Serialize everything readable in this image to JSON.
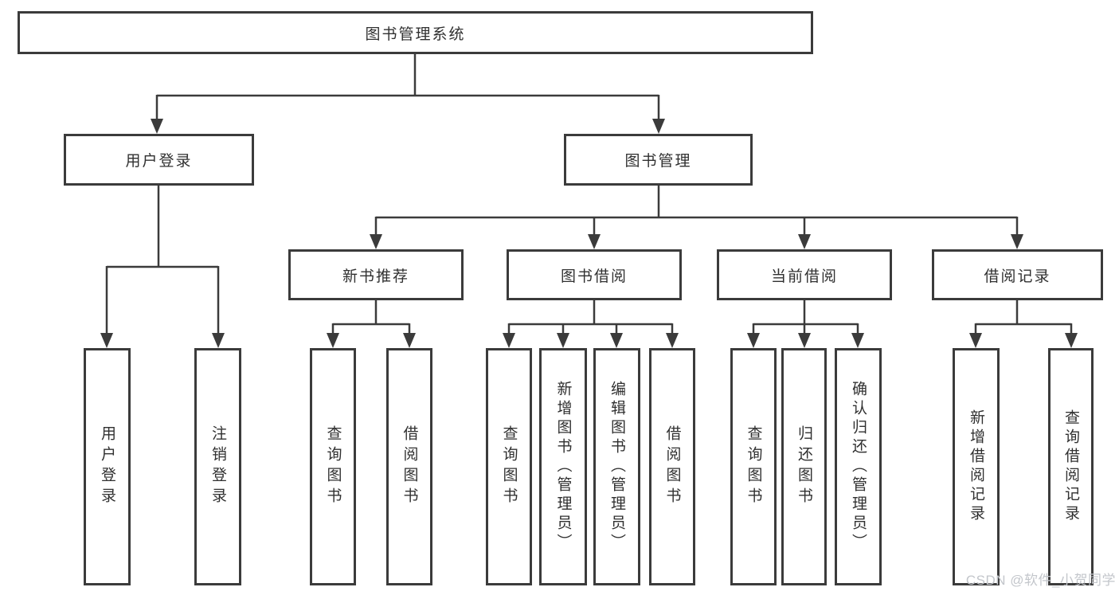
{
  "tree": {
    "root": "图书管理系统",
    "user_login": {
      "label": "用户登录",
      "leaves": [
        "用户登录",
        "注销登录"
      ]
    },
    "book_mgmt": {
      "label": "图书管理",
      "sections": [
        {
          "label": "新书推荐",
          "leaves": [
            "查询图书",
            "借阅图书"
          ]
        },
        {
          "label": "图书借阅",
          "leaves": [
            "查询图书",
            "新增图书（管理员）",
            "编辑图书（管理员）",
            "借阅图书"
          ]
        },
        {
          "label": "当前借阅",
          "leaves": [
            "查询图书",
            "归还图书",
            "确认归还（管理员）"
          ]
        },
        {
          "label": "借阅记录",
          "leaves": [
            "新增借阅记录",
            "查询借阅记录"
          ]
        }
      ]
    }
  },
  "watermark": "CSDN @软件_小贺同学",
  "colors": {
    "line": "#3b3b3b",
    "box_border": "#3b3b3b",
    "text": "#303030",
    "watermark": "#c3c6cb",
    "background": "#ffffff"
  }
}
